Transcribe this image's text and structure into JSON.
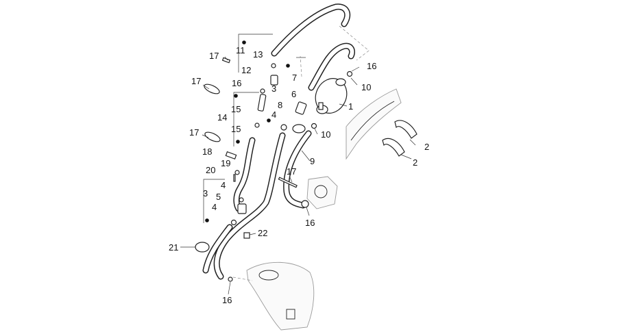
{
  "callouts": [
    {
      "id": "c1",
      "text": "1"
    },
    {
      "id": "c2a",
      "text": "2"
    },
    {
      "id": "c2b",
      "text": "2"
    },
    {
      "id": "c3a",
      "text": "3"
    },
    {
      "id": "c3b",
      "text": "3"
    },
    {
      "id": "c4a",
      "text": "4"
    },
    {
      "id": "c4b",
      "text": "4"
    },
    {
      "id": "c4c",
      "text": "4"
    },
    {
      "id": "c5",
      "text": "5"
    },
    {
      "id": "c6",
      "text": "6"
    },
    {
      "id": "c7",
      "text": "7"
    },
    {
      "id": "c8",
      "text": "8"
    },
    {
      "id": "c9",
      "text": "9"
    },
    {
      "id": "c10a",
      "text": "10"
    },
    {
      "id": "c10b",
      "text": "10"
    },
    {
      "id": "c11",
      "text": "11"
    },
    {
      "id": "c12",
      "text": "12"
    },
    {
      "id": "c13",
      "text": "13"
    },
    {
      "id": "c14",
      "text": "14"
    },
    {
      "id": "c15a",
      "text": "15"
    },
    {
      "id": "c15b",
      "text": "15"
    },
    {
      "id": "c16a",
      "text": "16"
    },
    {
      "id": "c16b",
      "text": "16"
    },
    {
      "id": "c16c",
      "text": "16"
    },
    {
      "id": "c16d",
      "text": "16"
    },
    {
      "id": "c17a",
      "text": "17"
    },
    {
      "id": "c17b",
      "text": "17"
    },
    {
      "id": "c17c",
      "text": "17"
    },
    {
      "id": "c17d",
      "text": "17"
    },
    {
      "id": "c18",
      "text": "18"
    },
    {
      "id": "c19",
      "text": "19"
    },
    {
      "id": "c20",
      "text": "20"
    },
    {
      "id": "c21",
      "text": "21"
    },
    {
      "id": "c22",
      "text": "22"
    }
  ]
}
